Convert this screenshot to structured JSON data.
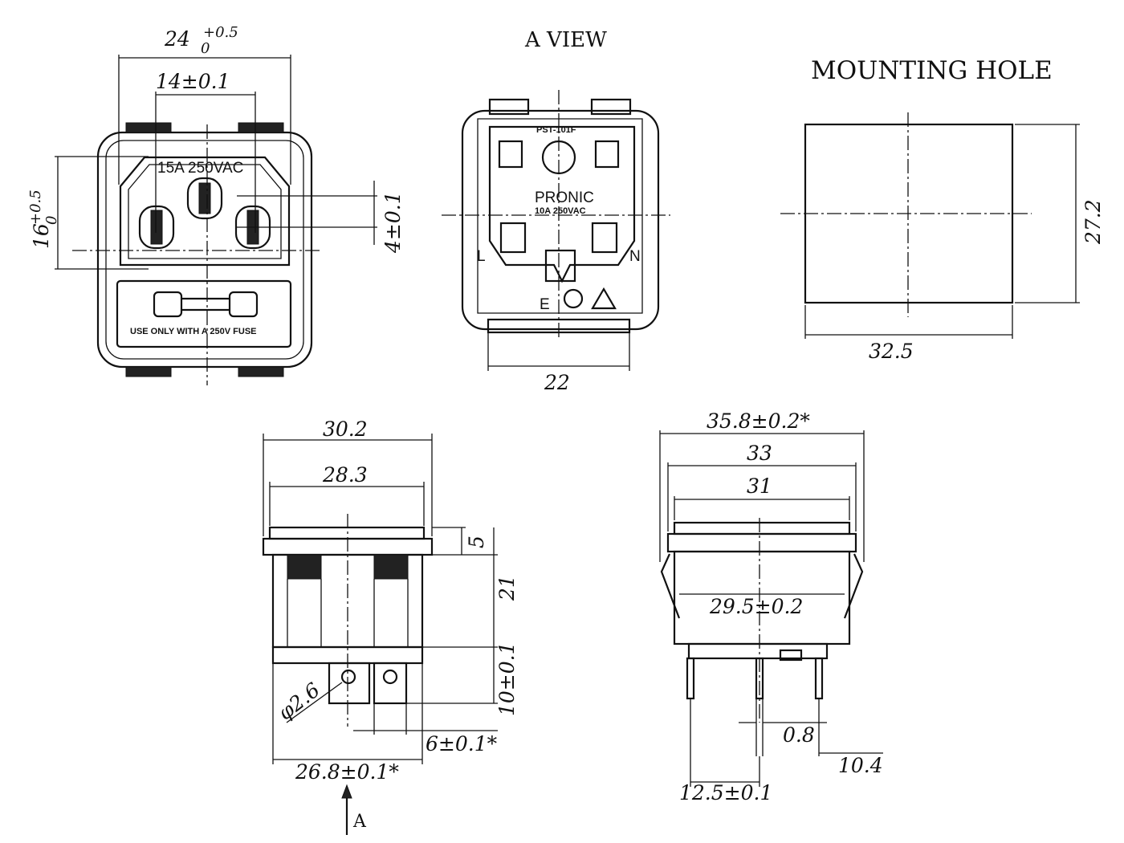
{
  "front_view": {
    "width_main": "24",
    "width_tol_upper": "+0.5",
    "width_tol_lower": "0",
    "pin_spacing": "14±0.1",
    "height_main": "16",
    "height_tol_upper": "+0.5",
    "height_tol_lower": "0",
    "offset": "4±0.1",
    "rating": "15A  250VAC",
    "fuse_note": "USE ONLY WITH A 250V FUSE"
  },
  "a_view": {
    "title": "A VIEW",
    "model": "PST-101F",
    "brand": "PRONIC",
    "rating": "10A 250VAC",
    "label_l": "L",
    "label_n": "N",
    "label_e": "E",
    "width": "22"
  },
  "mounting_hole": {
    "title": "MOUNTING HOLE",
    "width": "32.5",
    "height": "27.2"
  },
  "side_view": {
    "outer_width": "30.2",
    "inner_width": "28.3",
    "flange": "5",
    "body_height": "21",
    "pin_length": "10±0.1",
    "pin_hole": "φ2.6",
    "pin_width": "6±0.1*",
    "pin_span": "26.8±0.1*",
    "arrow_label": "A"
  },
  "end_view": {
    "overall": "35.8±0.2*",
    "w33": "33",
    "w31": "31",
    "w295": "29.5±0.2",
    "pin_thickness": "0.8",
    "pin_offset": "10.4",
    "pin_pitch": "12.5±0.1"
  }
}
